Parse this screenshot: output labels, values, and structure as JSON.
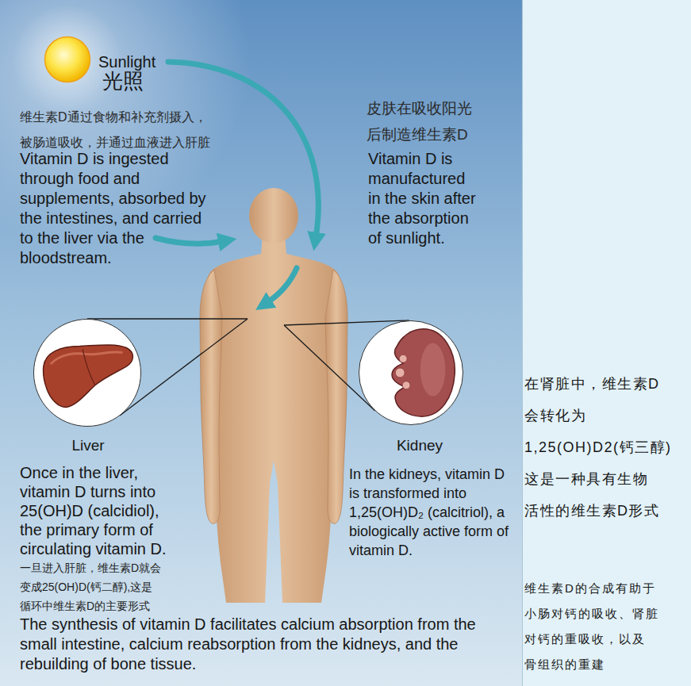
{
  "diagram": {
    "nodes": [
      {
        "text": [
          "Sunlight",
          "光照"
        ]
      },
      {
        "text": [
          "Liver"
        ]
      },
      {
        "text": [
          "Kidney"
        ]
      },
      {
        "text": [
          "在肾脏中，维生素D 会转化为 1,25(OH)D2(钙三醇) 这是一种具有生物 活性的维生素D形式",
          "维生素D的合成有助于 小肠对钙的吸收、肾脏 对钙的重吸收，以及 骨组织的重建"
        ]
      }
    ],
    "labels": [
      "维生素D通过食物和补充剂摄入， 被肠道吸收，并通过血液进入肝脏",
      "Vitamin D is ingested through food and supplements, absorbed by the intestines, and carried to the liver via the bloodstream.",
      "皮肤在吸收阳光 后制造维生素D",
      "Vitamin D is manufactured in the skin after the absorption of sunlight.",
      "Once in the liver, vitamin D turns into 25(OH)D (calcidiol), the primary form of circulating vitamin D.",
      "一旦进入肝脏，维生素D就会 变成25(OH)D(钙二醇),这是 循环中维生素D的主要形式",
      "In the kidneys, vitamin D is transformed into 1,25(OH)D₂ (calcitriol), a biologically active form of vitamin D.",
      "The synthesis of vitamin D facilitates calcium absorption from the small intestine, calcium reabsorption from the kidneys, and the rebuilding of bone tissue."
    ]
  }
}
